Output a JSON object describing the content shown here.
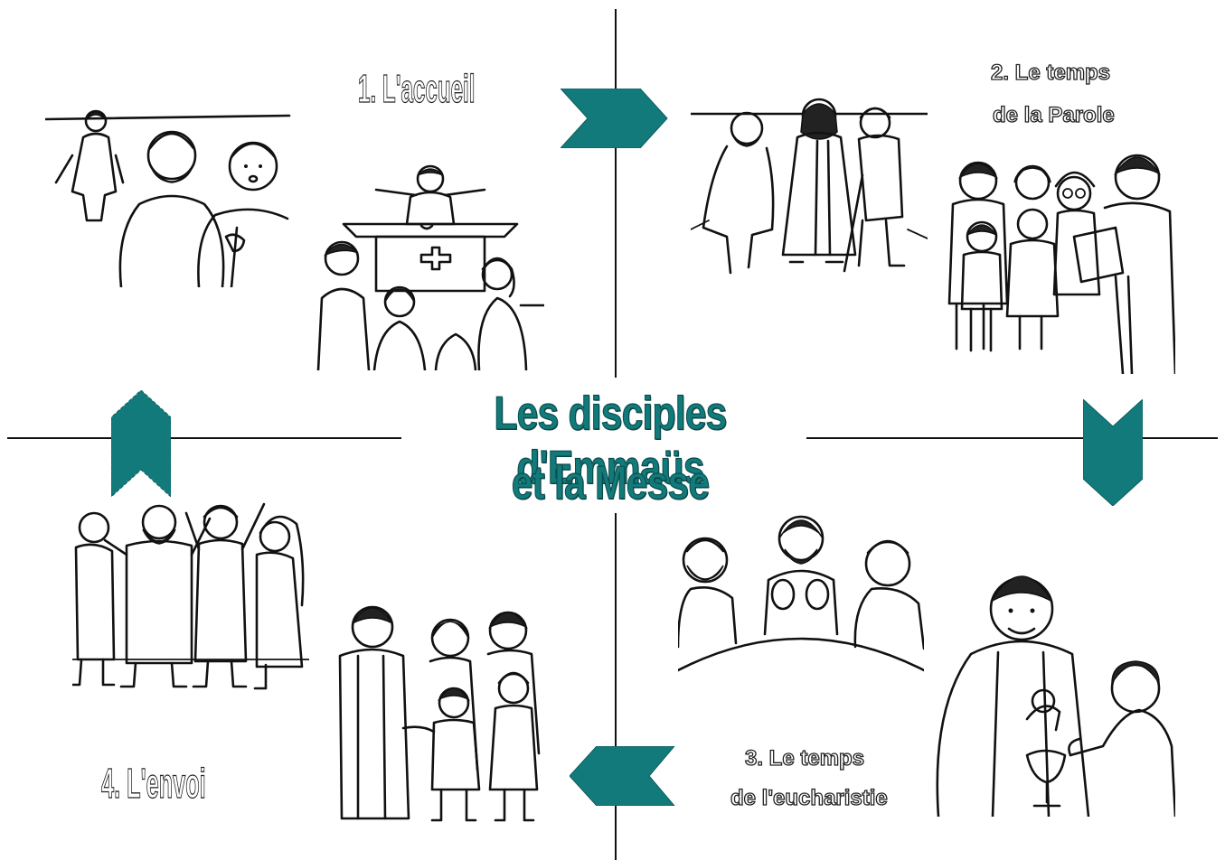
{
  "title": {
    "line1": "Les disciples d'Emmaüs",
    "line2": "et la Messe"
  },
  "steps": {
    "accueil": "1. L'accueil",
    "parole_line1": "2. Le temps",
    "parole_line2": "de la Parole",
    "eucharistie_line1": "3. Le temps",
    "eucharistie_line2": "de l'eucharistie",
    "envoi": "4. L'envoi"
  },
  "colors": {
    "accent": "#127a7a",
    "arrow": "#127a7a",
    "ink": "#111111"
  },
  "arrows": [
    {
      "name": "arrow-right",
      "direction": "right"
    },
    {
      "name": "arrow-down",
      "direction": "down"
    },
    {
      "name": "arrow-left",
      "direction": "left"
    },
    {
      "name": "arrow-up",
      "direction": "up"
    }
  ]
}
